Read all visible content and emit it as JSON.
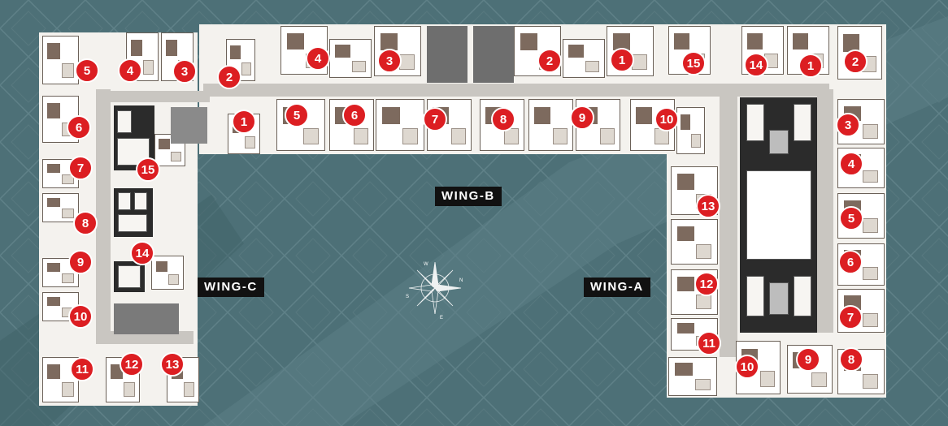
{
  "wing_labels": {
    "wing_a": "WING-A",
    "wing_b": "WING-B",
    "wing_c": "WING-C"
  },
  "compass": {
    "n": "N",
    "s": "S",
    "e": "E",
    "w": "W"
  },
  "units": {
    "wing_c": [
      "1",
      "2",
      "3",
      "4",
      "5",
      "6",
      "7",
      "8",
      "9",
      "10",
      "11",
      "12",
      "13",
      "14",
      "15"
    ],
    "wing_b": [
      "1",
      "2",
      "3",
      "4",
      "5",
      "6",
      "7",
      "8",
      "9",
      "10",
      "15",
      "14"
    ],
    "wing_a": [
      "1",
      "2",
      "3",
      "4",
      "5",
      "6",
      "7",
      "8",
      "9",
      "10",
      "11",
      "12",
      "13"
    ]
  },
  "colors": {
    "background": "#4d7077",
    "marker": "#dc1e22",
    "label_bg": "#111111"
  }
}
